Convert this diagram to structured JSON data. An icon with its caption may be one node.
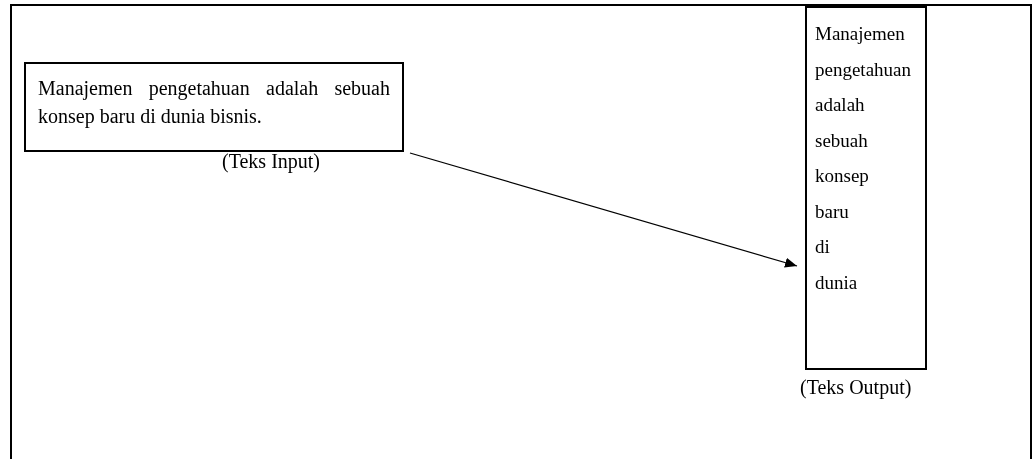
{
  "diagram": {
    "nodes": [
      {
        "text": [
          "Manajemen pengetahuan adalah sebuah konsep baru di dunia bisnis."
        ],
        "beside": [
          "(Teks Input)"
        ]
      },
      {
        "text": [
          "Manajemen pengetahuan adalah sebuah konsep baru di dunia"
        ],
        "beside": [
          "(Teks Output)"
        ]
      }
    ],
    "edges": [
      {
        "from": 0,
        "to": 1,
        "arrow": "to"
      }
    ]
  }
}
